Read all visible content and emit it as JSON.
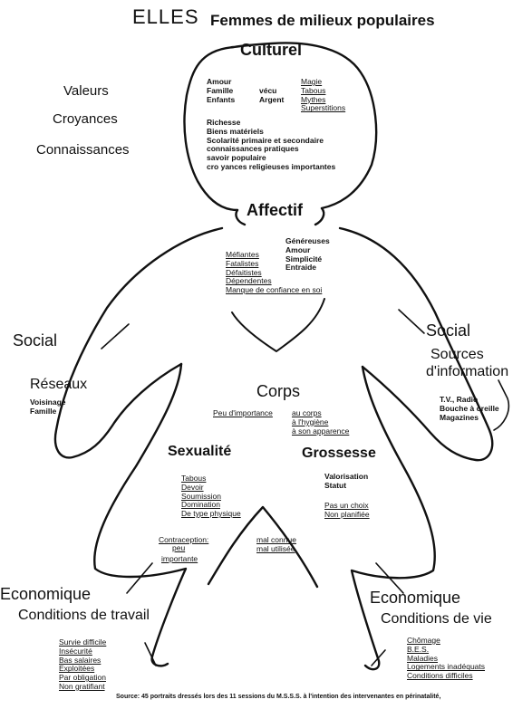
{
  "title": {
    "main": "ELLES",
    "sub": "Femmes de milieux populaires"
  },
  "head": {
    "section": "Culturel",
    "left_labels": [
      "Valeurs",
      "Croyances",
      "Connaissances"
    ],
    "values_col1": [
      "Amour",
      "Famille",
      "Enfants"
    ],
    "values_col2": [
      "vécu",
      "Argent"
    ],
    "beliefs": [
      "Magie",
      "Tabous",
      "Mythes",
      "Superstitions"
    ],
    "knowledge": [
      "Richesse",
      "Biens matériels",
      "Scolarité primaire et secondaire",
      "connaissances pratiques",
      "savoir populaire",
      "cro yances religieuses importantes"
    ]
  },
  "affectif": {
    "section": "Affectif",
    "qualities": [
      "Généreuses",
      "Amour",
      "Simplicité",
      "Entraide"
    ],
    "traits": [
      "Méfiantes",
      "Fatalistes",
      "Défaitistes",
      "Dépendentes",
      "Manque de confiance en soi"
    ]
  },
  "social_left": {
    "section": "Social",
    "subtitle": "Réseaux",
    "items": [
      "Voisinage",
      "Famille"
    ]
  },
  "social_right": {
    "section": "Social",
    "subtitle_line1": "Sources",
    "subtitle_line2": "d'information",
    "items": [
      "T.V., Radio",
      "Bouche à oreille",
      "Magazines"
    ]
  },
  "corps": {
    "section": "Corps",
    "lead": "Peu d'importance",
    "items": [
      "au corps",
      "à l'hygiène",
      "à son apparence"
    ]
  },
  "sexualite": {
    "section": "Sexualité",
    "items": [
      "Tabous",
      "Devoir",
      "Soumission",
      "Domination",
      "De type physique"
    ],
    "contraception_label": "Contraception:",
    "contraception_value_1": "peu",
    "contraception_value_2": "importante",
    "contraception_notes": [
      "mal connue",
      "mal utilisée"
    ]
  },
  "grossesse": {
    "section": "Grossesse",
    "items": [
      "Valorisation",
      "Statut"
    ],
    "items_underlined": [
      "Pas un choix",
      "Non planifiée"
    ]
  },
  "economique_left": {
    "section": "Economique",
    "subtitle": "Conditions de travail",
    "items": [
      "Survie difficile",
      "Insécurité",
      "Bas salaires",
      "Exploitées",
      "Par obligation",
      "Non gratifiant"
    ]
  },
  "economique_right": {
    "section": "Economique",
    "subtitle": "Conditions de vie",
    "items": [
      "Chômage",
      "B.E.S.",
      "Maladies",
      "Logements inadéquats",
      "Conditions difficiles"
    ]
  },
  "source": "Source:  45 portraits dressés lors des 11 sessions du M.S.S.S. à l'intention des intervenantes en périnatalité,"
}
